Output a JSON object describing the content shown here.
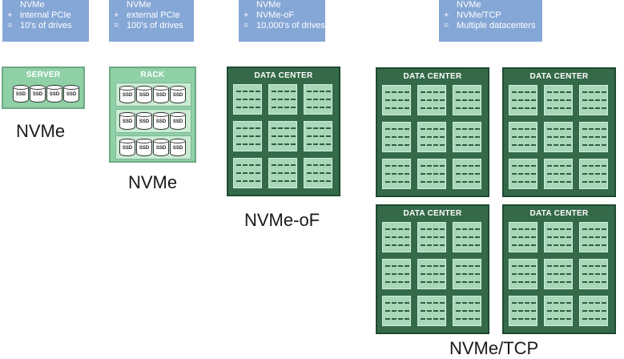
{
  "callouts": [
    {
      "lines": [
        {
          "sym": "",
          "text": "NVMe"
        },
        {
          "sym": "+",
          "text": "internal PCIe"
        },
        {
          "sym": "=",
          "text": "10's of drives"
        }
      ]
    },
    {
      "lines": [
        {
          "sym": "",
          "text": "NVMe"
        },
        {
          "sym": "+",
          "text": "external PCIe"
        },
        {
          "sym": "=",
          "text": "100's of drives"
        }
      ]
    },
    {
      "lines": [
        {
          "sym": "",
          "text": "NVMe"
        },
        {
          "sym": "+",
          "text": "NVMe-oF"
        },
        {
          "sym": "=",
          "text": "10,000's of drives"
        }
      ]
    },
    {
      "lines": [
        {
          "sym": "",
          "text": "NVMe"
        },
        {
          "sym": "+",
          "text": "NVMe/TCP"
        },
        {
          "sym": "=",
          "text": "Multiple datacenters"
        }
      ]
    }
  ],
  "server": {
    "title": "SERVER",
    "drive_label": "SSD"
  },
  "rack": {
    "title": "RACK",
    "drive_label": "SSD"
  },
  "datacenter": {
    "title": "DATA CENTER"
  },
  "labels": {
    "server": "NVMe",
    "rack": "NVMe",
    "datacenter": "NVMe-oF",
    "multi": "NVMe/TCP"
  },
  "colors": {
    "callout": "#85a7d6",
    "dark_green": "#346a48",
    "light_green": "#a9dcb8"
  }
}
